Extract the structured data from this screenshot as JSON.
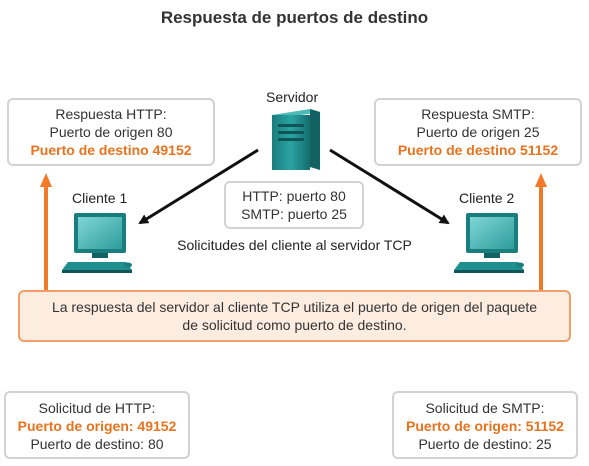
{
  "title": "Respuesta de puertos de destino",
  "server": {
    "label": "Servidor"
  },
  "client1": {
    "label": "Cliente 1"
  },
  "client2": {
    "label": "Cliente 2"
  },
  "http_response": {
    "title": "Respuesta HTTP:",
    "source_port": "Puerto de origen 80",
    "dest_port": "Puerto de destino 49152"
  },
  "smtp_response": {
    "title": "Respuesta SMTP:",
    "source_port": "Puerto de origen 25",
    "dest_port": "Puerto de destino 51152"
  },
  "server_ports": {
    "http": "HTTP: puerto 80",
    "smtp": "SMTP: puerto 25"
  },
  "requests_label": "Solicitudes del cliente al servidor TCP",
  "note": {
    "line1": "La respuesta del servidor al cliente TCP utiliza el puerto de origen del paquete",
    "line2": "de solicitud como puerto de destino."
  },
  "http_request": {
    "title": "Solicitud de HTTP:",
    "source_port": "Puerto de origen: 49152",
    "dest_port": "Puerto de destino: 80"
  },
  "smtp_request": {
    "title": "Solicitud de SMTP:",
    "source_port": "Puerto de origen: 51152",
    "dest_port": "Puerto de destino: 25"
  },
  "colors": {
    "accent_orange": "#e8731e",
    "note_fill": "#fdece0",
    "device_teal": "#1f8f8f",
    "box_border": "#d2d2d2"
  }
}
